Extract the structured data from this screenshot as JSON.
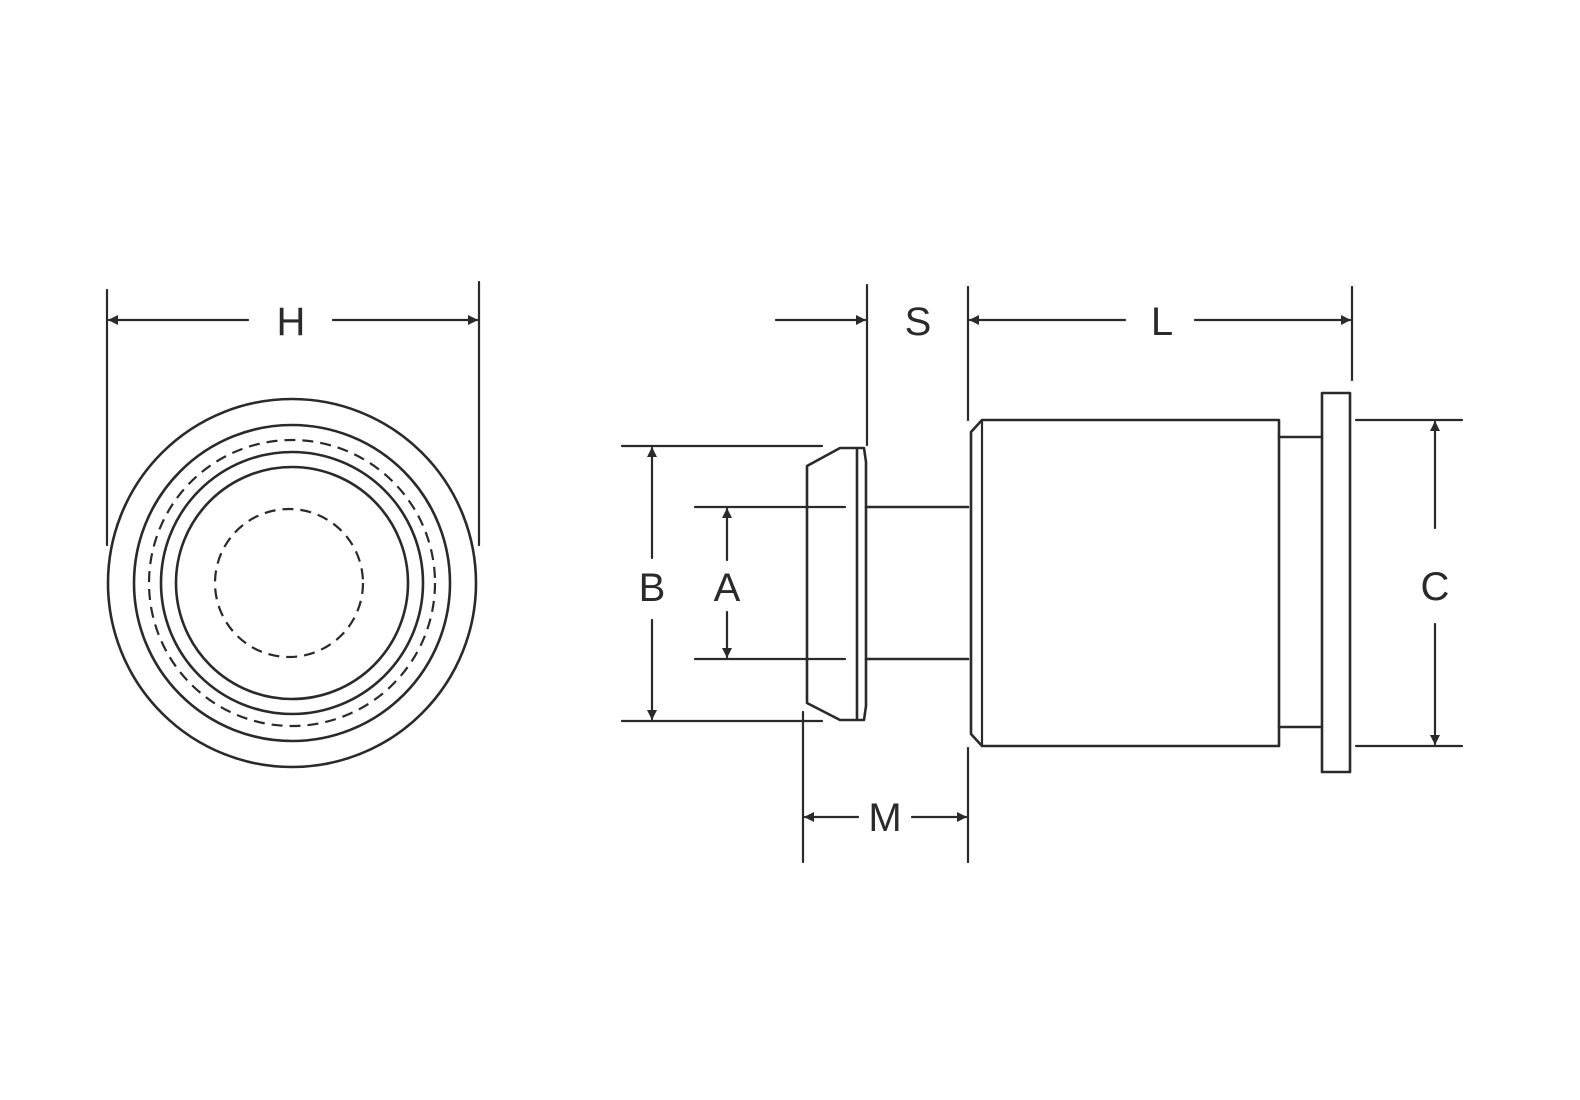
{
  "labels": {
    "H": "H",
    "S": "S",
    "L": "L",
    "B": "B",
    "A": "A",
    "C": "C",
    "M": "M"
  }
}
